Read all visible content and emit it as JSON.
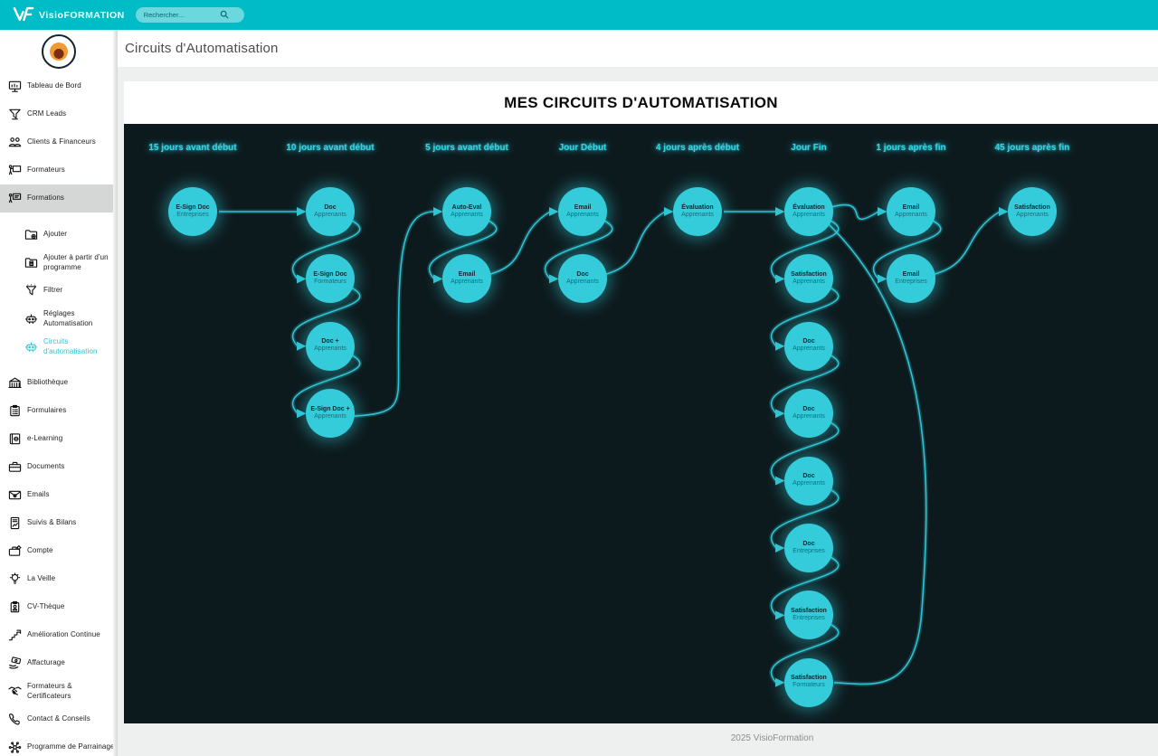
{
  "topbar": {
    "brand": "VisioFORMATION",
    "search_placeholder": "Rechercher..."
  },
  "page": {
    "title": "Circuits d'Automatisation",
    "footer": "2025 VisioFormation"
  },
  "board": {
    "title": "MES CIRCUITS D'AUTOMATISATION"
  },
  "sidebar": {
    "items": [
      {
        "id": "tableau-de-bord",
        "label": "Tableau de Bord",
        "icon": "monitor"
      },
      {
        "id": "crm-leads",
        "label": "CRM Leads",
        "icon": "funnel-leads"
      },
      {
        "id": "clients-financeurs",
        "label": "Clients & Financeurs",
        "icon": "users"
      },
      {
        "id": "formateurs",
        "label": "Formateurs",
        "icon": "trainer"
      },
      {
        "id": "formations",
        "label": "Formations",
        "icon": "training",
        "active": true
      },
      {
        "id": "ajouter",
        "label": "Ajouter",
        "icon": "folder-plus",
        "sub": true,
        "gap": true
      },
      {
        "id": "ajouter-programme",
        "label": "Ajouter à partir d'un programme",
        "icon": "folder-doc",
        "sub": true
      },
      {
        "id": "filtrer",
        "label": "Filtrer",
        "icon": "filter",
        "sub": true
      },
      {
        "id": "reglages-automatisation",
        "label": "Réglages Automatisation",
        "icon": "robot",
        "sub": true
      },
      {
        "id": "circuits-automatisation",
        "label": "Circuits d'automatisation",
        "icon": "robot",
        "sub": true,
        "selected": true
      },
      {
        "id": "bibliotheque",
        "label": "Bibliothèque",
        "icon": "library",
        "gap": true
      },
      {
        "id": "formulaires",
        "label": "Formulaires",
        "icon": "clipboard"
      },
      {
        "id": "e-learning",
        "label": "e-Learning",
        "icon": "book"
      },
      {
        "id": "documents",
        "label": "Documents",
        "icon": "briefcase"
      },
      {
        "id": "emails",
        "label": "Emails",
        "icon": "envelope"
      },
      {
        "id": "suivis-bilans",
        "label": "Suivis & Bilans",
        "icon": "report"
      },
      {
        "id": "compte",
        "label": "Compte",
        "icon": "case-gear"
      },
      {
        "id": "la-veille",
        "label": "La Veille",
        "icon": "bulb"
      },
      {
        "id": "cv-theque",
        "label": "CV-Thèque",
        "icon": "id-card"
      },
      {
        "id": "amelioration-continue",
        "label": "Amélioration Continue",
        "icon": "stairs"
      },
      {
        "id": "affacturage",
        "label": "Affacturage",
        "icon": "money"
      },
      {
        "id": "formateurs-certificateurs",
        "label": "Formateurs & Certificateurs",
        "icon": "handshake"
      },
      {
        "id": "contact-conseils",
        "label": "Contact & Conseils",
        "icon": "phone"
      },
      {
        "id": "programme-parrainage",
        "label": "Programme de Parrainage",
        "icon": "network"
      }
    ]
  },
  "chart_data": {
    "type": "flowchart",
    "title": "MES CIRCUITS D'AUTOMATISATION",
    "colors": {
      "node": "#34cbda",
      "edge": "#2ec4d4",
      "background": "#0d1a1d",
      "column_label": "#35d3e2"
    },
    "columns": [
      {
        "label": "15 jours avant début",
        "nodes": [
          {
            "row": 0,
            "title": "E-Sign Doc",
            "subtitle": "Entreprises"
          }
        ]
      },
      {
        "label": "10 jours avant début",
        "nodes": [
          {
            "row": 0,
            "title": "Doc",
            "subtitle": "Apprenants"
          },
          {
            "row": 1,
            "title": "E-Sign Doc",
            "subtitle": "Formateurs"
          },
          {
            "row": 2,
            "title": "Doc +",
            "subtitle": "Apprenants"
          },
          {
            "row": 3,
            "title": "E-Sign Doc +",
            "subtitle": "Apprenants"
          }
        ]
      },
      {
        "label": "5 jours avant début",
        "nodes": [
          {
            "row": 0,
            "title": "Auto-Eval",
            "subtitle": "Apprenants"
          },
          {
            "row": 1,
            "title": "Email",
            "subtitle": "Apprenants"
          }
        ]
      },
      {
        "label": "Jour Début",
        "nodes": [
          {
            "row": 0,
            "title": "Email",
            "subtitle": "Apprenants"
          },
          {
            "row": 1,
            "title": "Doc",
            "subtitle": "Apprenants"
          }
        ]
      },
      {
        "label": "4 jours après début",
        "nodes": [
          {
            "row": 0,
            "title": "Évaluation",
            "subtitle": "Apprenants"
          }
        ]
      },
      {
        "label": "Jour Fin",
        "nodes": [
          {
            "row": 0,
            "title": "Évaluation",
            "subtitle": "Apprenants"
          },
          {
            "row": 1,
            "title": "Satisfaction",
            "subtitle": "Apprenants"
          },
          {
            "row": 2,
            "title": "Doc",
            "subtitle": "Apprenants"
          },
          {
            "row": 3,
            "title": "Doc",
            "subtitle": "Apprenants"
          },
          {
            "row": 4,
            "title": "Doc",
            "subtitle": "Apprenants"
          },
          {
            "row": 5,
            "title": "Doc",
            "subtitle": "Entreprises"
          },
          {
            "row": 6,
            "title": "Satisfaction",
            "subtitle": "Entreprises"
          },
          {
            "row": 7,
            "title": "Satisfaction",
            "subtitle": "Formateurs"
          }
        ]
      },
      {
        "label": "1 jours après fin",
        "nodes": [
          {
            "row": 0,
            "title": "Email",
            "subtitle": "Apprenants"
          },
          {
            "row": 1,
            "title": "Email",
            "subtitle": "Entreprises"
          }
        ]
      },
      {
        "label": "45 jours après fin",
        "nodes": [
          {
            "row": 0,
            "title": "Satisfaction",
            "subtitle": "Apprenants"
          }
        ]
      }
    ],
    "edges": [
      {
        "from": [
          0,
          0
        ],
        "to": [
          1,
          0
        ],
        "style": "straight"
      },
      {
        "from": [
          1,
          0
        ],
        "to": [
          1,
          1
        ],
        "style": "loop"
      },
      {
        "from": [
          1,
          1
        ],
        "to": [
          1,
          2
        ],
        "style": "loop"
      },
      {
        "from": [
          1,
          2
        ],
        "to": [
          1,
          3
        ],
        "style": "loop"
      },
      {
        "from": [
          1,
          3
        ],
        "to": [
          2,
          0
        ],
        "style": "sweep-up"
      },
      {
        "from": [
          2,
          0
        ],
        "to": [
          2,
          1
        ],
        "style": "loop"
      },
      {
        "from": [
          2,
          1
        ],
        "to": [
          3,
          0
        ],
        "style": "rise"
      },
      {
        "from": [
          3,
          0
        ],
        "to": [
          3,
          1
        ],
        "style": "loop"
      },
      {
        "from": [
          3,
          1
        ],
        "to": [
          4,
          0
        ],
        "style": "rise"
      },
      {
        "from": [
          4,
          0
        ],
        "to": [
          5,
          0
        ],
        "style": "straight"
      },
      {
        "from": [
          5,
          0
        ],
        "to": [
          5,
          1
        ],
        "style": "loop"
      },
      {
        "from": [
          5,
          1
        ],
        "to": [
          5,
          2
        ],
        "style": "loop"
      },
      {
        "from": [
          5,
          2
        ],
        "to": [
          5,
          3
        ],
        "style": "loop"
      },
      {
        "from": [
          5,
          3
        ],
        "to": [
          5,
          4
        ],
        "style": "loop"
      },
      {
        "from": [
          5,
          4
        ],
        "to": [
          5,
          5
        ],
        "style": "loop"
      },
      {
        "from": [
          5,
          5
        ],
        "to": [
          5,
          6
        ],
        "style": "loop"
      },
      {
        "from": [
          5,
          6
        ],
        "to": [
          5,
          7
        ],
        "style": "loop"
      },
      {
        "from": [
          5,
          0
        ],
        "to": [
          5,
          7
        ],
        "style": "long-right"
      },
      {
        "from": [
          5,
          0
        ],
        "to": [
          6,
          0
        ],
        "style": "rise"
      },
      {
        "from": [
          6,
          0
        ],
        "to": [
          6,
          1
        ],
        "style": "loop"
      },
      {
        "from": [
          6,
          1
        ],
        "to": [
          7,
          0
        ],
        "style": "rise"
      }
    ]
  }
}
